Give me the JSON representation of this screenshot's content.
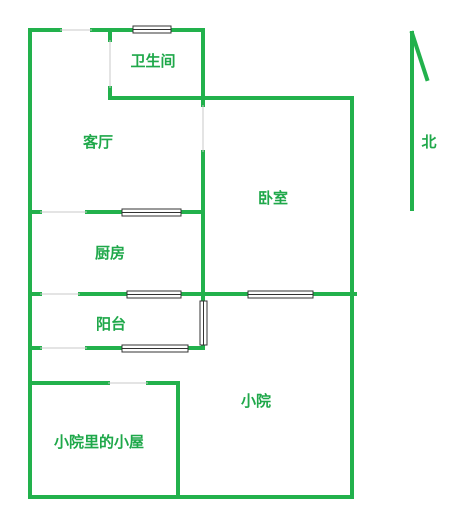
{
  "floor_plan": {
    "rooms": {
      "bathroom": "卫生间",
      "living_room": "客厅",
      "bedroom": "卧室",
      "kitchen": "厨房",
      "balcony": "阳台",
      "courtyard": "小院",
      "courtyard_hut": "小院里的小屋"
    },
    "compass_label": "北",
    "colors": {
      "wall": "#22b14c",
      "label": "#1fa84a",
      "window_frame": "#333333",
      "door_line": "#c8c8c8"
    }
  }
}
